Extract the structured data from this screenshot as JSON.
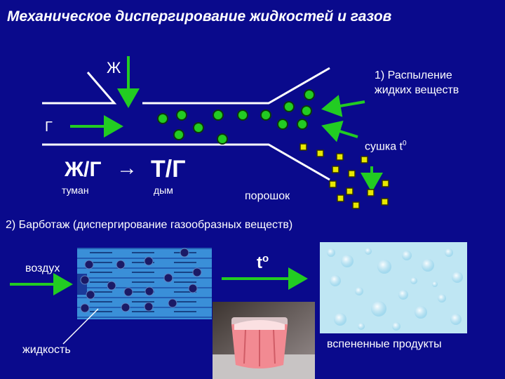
{
  "title": "Механическое диспергирование жидкостей и газов",
  "labels": {
    "liquid": "Ж",
    "gas": "Г",
    "spraying": "1) Распыление\nжидких веществ",
    "drying": "сушка t",
    "drying_sup": "0",
    "liquid_gas": "Ж/Г",
    "arrow": "→",
    "solid_gas": "Т/Г",
    "fog": "туман",
    "smoke": "дым",
    "powder": "порошок",
    "bubbling": "2) Барботаж (диспергирование газообразных веществ)",
    "air": "воздух",
    "temperature": "t",
    "temperature_sup": "o",
    "liquid_label": "жидкость",
    "foamed": "вспененные продукты"
  },
  "colors": {
    "background": "#0a0a8c",
    "droplet": "#22cc22",
    "powder": "#e8e800",
    "arrow_green": "#22cc22",
    "bubble": "#1a1a66",
    "liquid_tank": "#3a8fd8"
  },
  "icons": {
    "foam_photo": "foam-texture-image",
    "glass_photo": "pink-foam-glass-image"
  }
}
